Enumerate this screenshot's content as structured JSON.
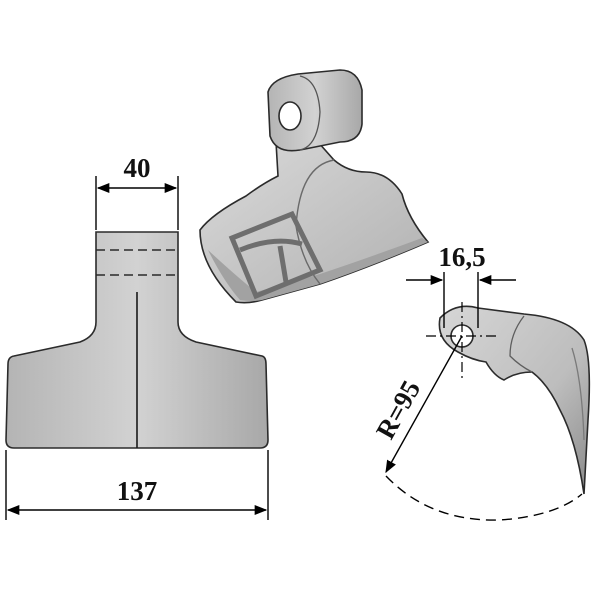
{
  "drawing": {
    "front_view": {
      "top_width_label": "40",
      "bottom_width_label": "137"
    },
    "side_view": {
      "bore_label": "16,5",
      "radius_label": "R=95"
    }
  },
  "colors": {
    "metal": "#c4c4c4",
    "metal_light": "#d8d8d8",
    "metal_dark": "#8e8e8e",
    "outline": "#2b2b2b",
    "mark": "#6e6e6e",
    "dimension": "#000000"
  }
}
